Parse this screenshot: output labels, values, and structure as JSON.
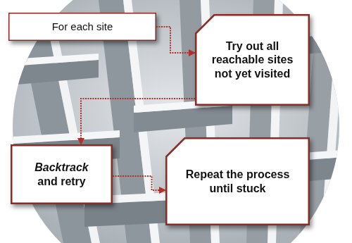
{
  "diagram": {
    "nodes": [
      {
        "text": [
          "For each site"
        ]
      },
      {
        "text": [
          "Try out all reachable sites not yet visited"
        ]
      },
      {
        "text": [
          "Backtrack",
          "and retry"
        ]
      },
      {
        "text": [
          "Repeat the process until stuck"
        ]
      }
    ],
    "edges": [
      {
        "from": 0,
        "to": 1,
        "arrow": "to"
      },
      {
        "from": 1,
        "to": 2,
        "arrow": "to"
      },
      {
        "from": 2,
        "to": 3,
        "arrow": "to"
      }
    ]
  }
}
